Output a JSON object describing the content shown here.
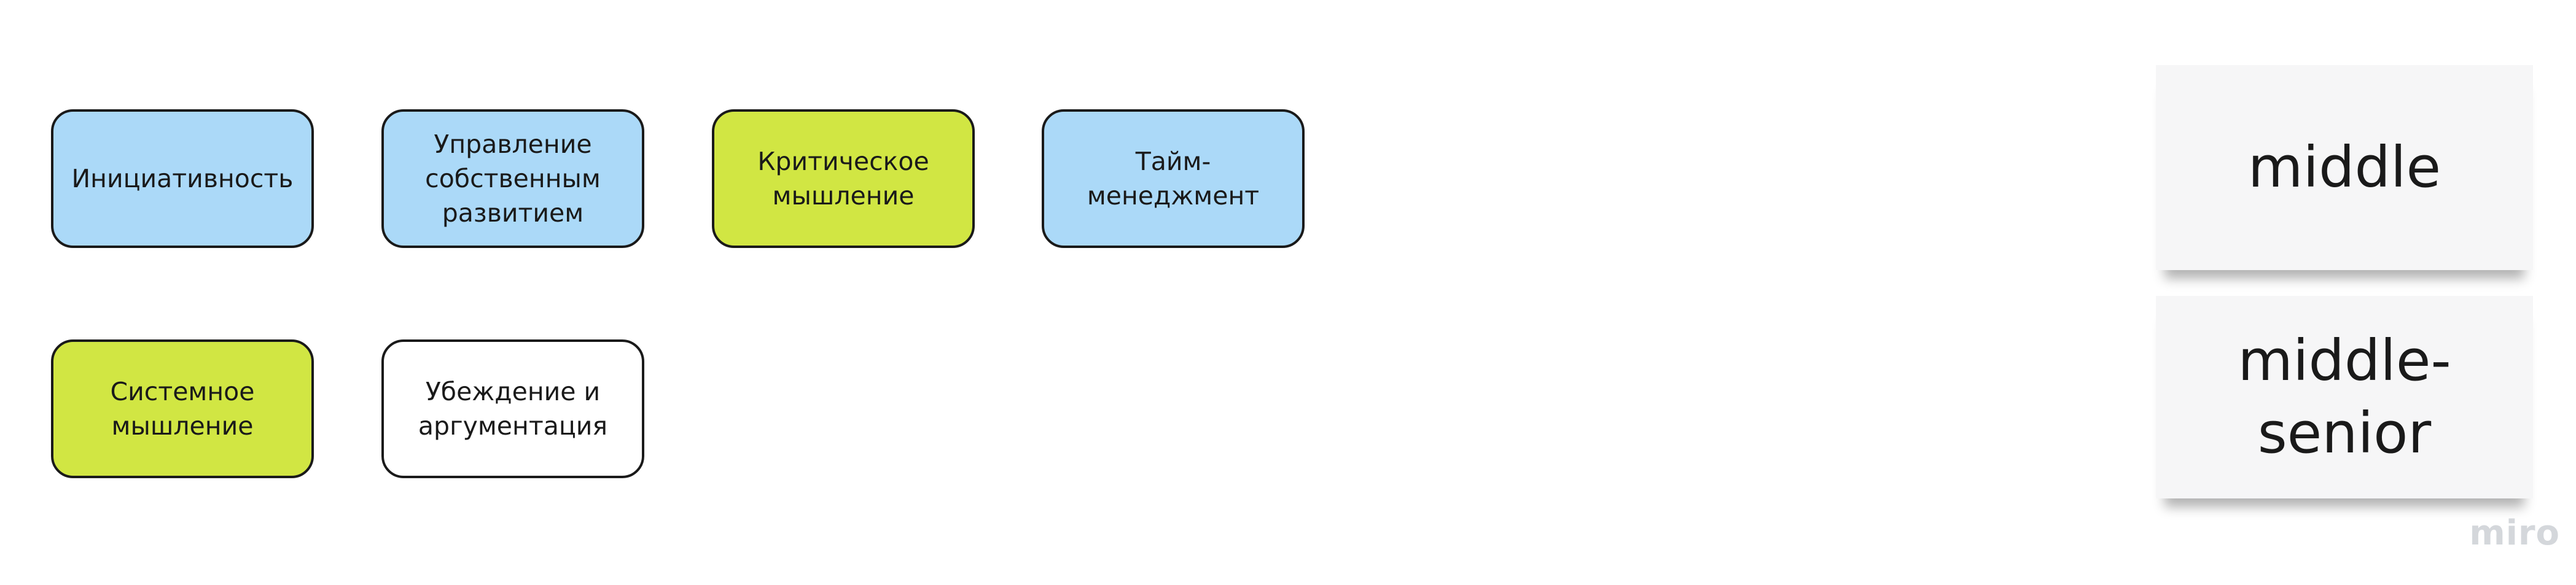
{
  "colors": {
    "blue": "#abd9f8",
    "lime": "#d1e643",
    "white": "#ffffff",
    "stroke": "#1a1a1a",
    "sticky": "#f6f6f7"
  },
  "cards": [
    {
      "text": "Инициативность",
      "color": "#abd9f8"
    },
    {
      "text": "Управление\nсобственным\nразвитием",
      "color": "#abd9f8"
    },
    {
      "text": "Критическое\nмышление",
      "color": "#d1e643"
    },
    {
      "text": "Тайм-менеджмент",
      "color": "#abd9f8"
    },
    {
      "text": "Системное\nмышление",
      "color": "#d1e643"
    },
    {
      "text": "Убеждение и\nаргументация",
      "color": "#ffffff"
    }
  ],
  "stickies": [
    {
      "text": "middle"
    },
    {
      "text": "middle-\nsenior"
    }
  ],
  "brand": "miro"
}
